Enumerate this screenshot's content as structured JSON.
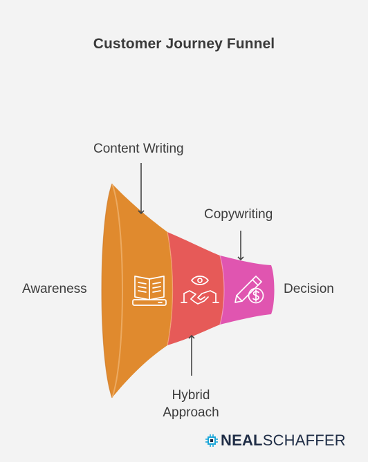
{
  "title": "Customer Journey Funnel",
  "labels": {
    "content_writing": "Content Writing",
    "copywriting": "Copywriting",
    "awareness": "Awareness",
    "decision": "Decision",
    "hybrid_line1": "Hybrid",
    "hybrid_line2": "Approach"
  },
  "brand": {
    "word1": "NEAL",
    "word2": "SCHAFFER"
  },
  "stages": [
    {
      "name": "content-writing",
      "color": "#e08a2e",
      "icon": "open-book-icon"
    },
    {
      "name": "hybrid-approach",
      "color": "#e65a58",
      "icon": "eye-handshake-icon"
    },
    {
      "name": "copywriting",
      "color": "#e055b0",
      "icon": "pencil-dollar-icon"
    }
  ],
  "colors": {
    "background": "#f3f3f3",
    "text": "#3c3c3c",
    "brand": "#1f2d46",
    "brand_accent": "#1aa6d9"
  }
}
